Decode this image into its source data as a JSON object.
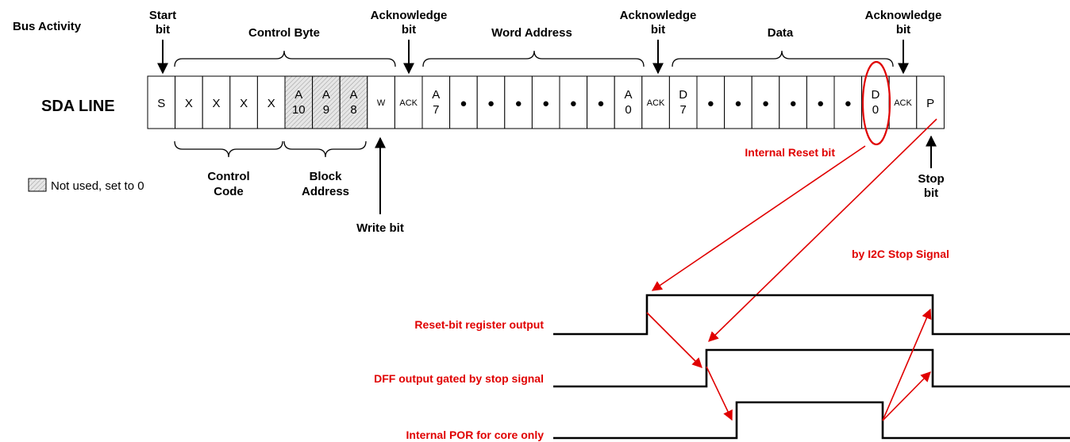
{
  "header": {
    "bus_activity": "Bus Activity",
    "start_bit": [
      "Start",
      "bit"
    ],
    "control_byte": "Control Byte",
    "ack1": [
      "Acknowledge",
      "bit"
    ],
    "word_address": "Word Address",
    "ack2": [
      "Acknowledge",
      "bit"
    ],
    "data": "Data",
    "ack3": [
      "Acknowledge",
      "bit"
    ]
  },
  "sda_label": "SDA LINE",
  "cells": [
    {
      "text": "S",
      "small": false,
      "shaded": false
    },
    {
      "text": "X",
      "small": false,
      "shaded": false
    },
    {
      "text": "X",
      "small": false,
      "shaded": false
    },
    {
      "text": "X",
      "small": false,
      "shaded": false
    },
    {
      "text": "X",
      "small": false,
      "shaded": false
    },
    {
      "text": "A",
      "sub": "10",
      "small": false,
      "shaded": true
    },
    {
      "text": "A",
      "sub": "9",
      "small": false,
      "shaded": true
    },
    {
      "text": "A",
      "sub": "8",
      "small": false,
      "shaded": true
    },
    {
      "text": "W",
      "small": true,
      "shaded": false
    },
    {
      "text": "ACK",
      "small": true,
      "shaded": false
    },
    {
      "text": "A",
      "sub": "7",
      "small": false,
      "shaded": false
    },
    {
      "text": "●",
      "small": false,
      "shaded": false
    },
    {
      "text": "●",
      "small": false,
      "shaded": false
    },
    {
      "text": "●",
      "small": false,
      "shaded": false
    },
    {
      "text": "●",
      "small": false,
      "shaded": false
    },
    {
      "text": "●",
      "small": false,
      "shaded": false
    },
    {
      "text": "●",
      "small": false,
      "shaded": false
    },
    {
      "text": "A",
      "sub": "0",
      "small": false,
      "shaded": false
    },
    {
      "text": "ACK",
      "small": true,
      "shaded": false
    },
    {
      "text": "D",
      "sub": "7",
      "small": false,
      "shaded": false
    },
    {
      "text": "●",
      "small": false,
      "shaded": false
    },
    {
      "text": "●",
      "small": false,
      "shaded": false
    },
    {
      "text": "●",
      "small": false,
      "shaded": false
    },
    {
      "text": "●",
      "small": false,
      "shaded": false
    },
    {
      "text": "●",
      "small": false,
      "shaded": false
    },
    {
      "text": "●",
      "small": false,
      "shaded": false
    },
    {
      "text": "D",
      "sub": "0",
      "small": false,
      "shaded": false
    },
    {
      "text": "ACK",
      "small": true,
      "shaded": false
    },
    {
      "text": "P",
      "small": false,
      "shaded": false
    }
  ],
  "below": {
    "control_code": [
      "Control",
      "Code"
    ],
    "block_address": [
      "Block",
      "Address"
    ],
    "write_bit": "Write bit",
    "stop_bit": [
      "Stop",
      "bit"
    ],
    "legend": "Not used, set to 0"
  },
  "annotations": {
    "internal_reset_bit": "Internal Reset bit",
    "by_stop_signal": "by I2C Stop Signal"
  },
  "signals": [
    {
      "label": "Reset-bit register output"
    },
    {
      "label": "DFF output gated by stop signal"
    },
    {
      "label": "Internal POR for core only"
    }
  ],
  "colors": {
    "annotation": "#e00000",
    "shade": "#d8d8d8"
  }
}
